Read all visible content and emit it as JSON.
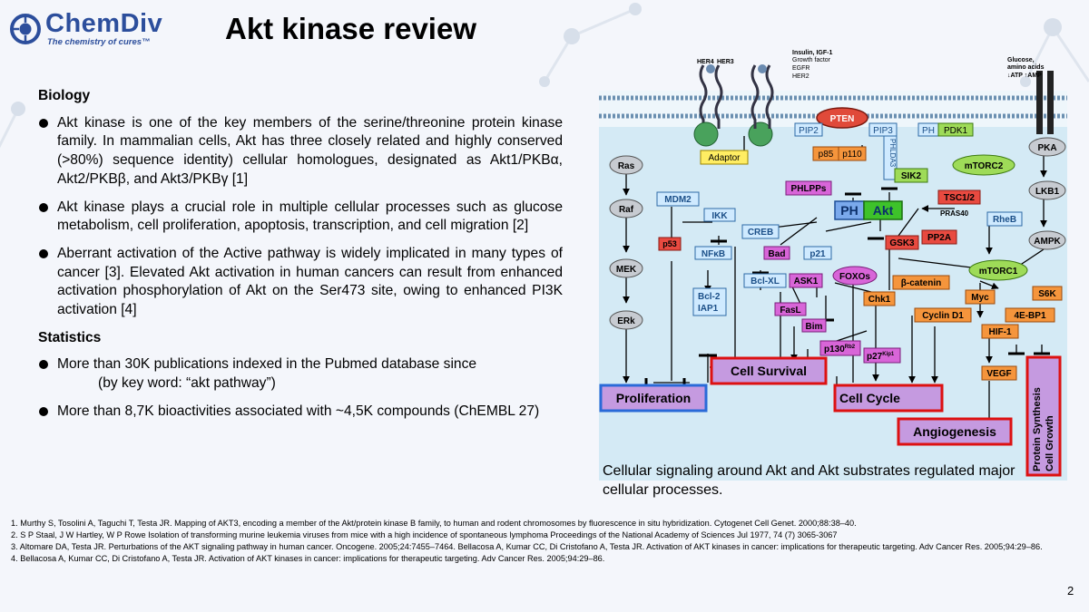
{
  "brand": {
    "name": "ChemDiv",
    "tagline": "The chemistry of cures™"
  },
  "title": "Akt kinase review",
  "biology": {
    "heading": "Biology",
    "bullets": [
      "Akt kinase is one of the key members of the serine/threonine protein kinase family. In mammalian cells, Akt has three closely related and highly conserved (>80%) sequence identity) cellular homologues, designated as Akt1/PKBα, Akt2/PKBβ, and Akt3/PKBγ [1]",
      "Akt kinase plays a crucial role in multiple cellular processes such as glucose metabolism, cell proliferation, apoptosis, transcription, and cell migration [2]",
      "Aberrant activation of the Active pathway is widely implicated in many types of cancer [3]. Elevated Akt activation in human cancers can result from enhanced activation phosphorylation of Akt on the Ser473 site, owing to enhanced PI3K activation [4]"
    ]
  },
  "statistics": {
    "heading": "Statistics",
    "bullet1_main": "More than 30K publications indexed in the Pubmed database since",
    "bullet1_sub": "(by key word: “akt pathway”)",
    "bullet2": "More than 8,7K bioactivities associated with ~4,5K compounds (ChEMBL 27)"
  },
  "diagram": {
    "receptors": {
      "her4": "HER4",
      "her3": "HER3",
      "ligands": [
        "Insulin, IGF-1",
        "Growth factor",
        "EGFR",
        "HER2"
      ]
    },
    "glucose": [
      "Glucose,",
      "amino acids",
      "↓ATP ↑AMP"
    ],
    "nodes": {
      "pten": "PTEN",
      "pip2": "PIP2",
      "pip3": "PIP3",
      "ph": "PH",
      "pdk1": "PDK1",
      "adaptor": "Adaptor",
      "p85": "p85",
      "p110": "p110",
      "phlda3": "PHLDA3",
      "ras": "Ras",
      "raf": "Raf",
      "mek": "MEK",
      "erk": "ERk",
      "mdm2": "MDM2",
      "p53": "p53",
      "ikk": "IKK",
      "nfkb": "NFκB",
      "bcl2": "Bcl-2",
      "iap1": "IAP1",
      "creb": "CREB",
      "bad": "Bad",
      "bclxl": "Bcl-XL",
      "ask1": "ASK1",
      "fasl": "FasL",
      "bim": "Bim",
      "p21": "p21",
      "foxos": "FOXOs",
      "p130": "p130",
      "p130sup": "Rb2",
      "p27": "p27",
      "p27sup": "Kip1",
      "phlpps": "PHLPPs",
      "sik2": "SIK2",
      "mtorc2": "mTORC2",
      "tsc12": "TSC1/2",
      "pras40": "PRAS40",
      "gsk3": "GSK3",
      "pp2a": "PP2A",
      "bcatenin": "β-catenin",
      "chk1": "Chk1",
      "myc": "Myc",
      "cyclind1": "Cyclin D1",
      "rheb": "RheB",
      "mtorc1": "mTORC1",
      "pka": "PKA",
      "lkb1": "LKB1",
      "ampk": "AMPK",
      "s6k": "S6K",
      "4ebp1": "4E-BP1",
      "hif1": "HIF-1",
      "vegf": "VEGF",
      "akt_ph": "PH",
      "akt": "Akt"
    },
    "outcomes": {
      "proliferation": "Proliferation",
      "survival": "Cell Survival",
      "cellcycle": "Cell Cycle",
      "angiogenesis": "Angiogenesis",
      "protein1": "Protein Synthesis",
      "protein2": "Cell Growth"
    }
  },
  "caption": "Cellular signaling around Akt and Akt substrates regulated major cellular processes.",
  "references": [
    "1. Murthy S, Tosolini A, Taguchi T, Testa JR. Mapping of AKT3, encoding a member of the Akt/protein kinase B family, to human and rodent chromosomes by fluorescence in situ hybridization. Cytogenet Cell Genet. 2000;88:38–40.",
    "2. S P Staal, J W Hartley, W P Rowe Isolation of transforming murine leukemia viruses from mice with a high incidence of spontaneous lymphoma Proceedings of the National Academy of Sciences Jul 1977, 74 (7) 3065-3067",
    "3. Altomare DA, Testa JR. Perturbations of the AKT signaling pathway in human cancer. Oncogene. 2005;24:7455–7464. Bellacosa A, Kumar CC, Di Cristofano A, Testa JR. Activation of AKT kinases in cancer: implications for therapeutic targeting. Adv Cancer Res. 2005;94:29–86.",
    "4. Bellacosa A, Kumar CC, Di Cristofano A, Testa JR. Activation of AKT kinases in cancer: implications for therapeutic targeting. Adv Cancer Res. 2005;94:29–86."
  ],
  "page_number": "2"
}
